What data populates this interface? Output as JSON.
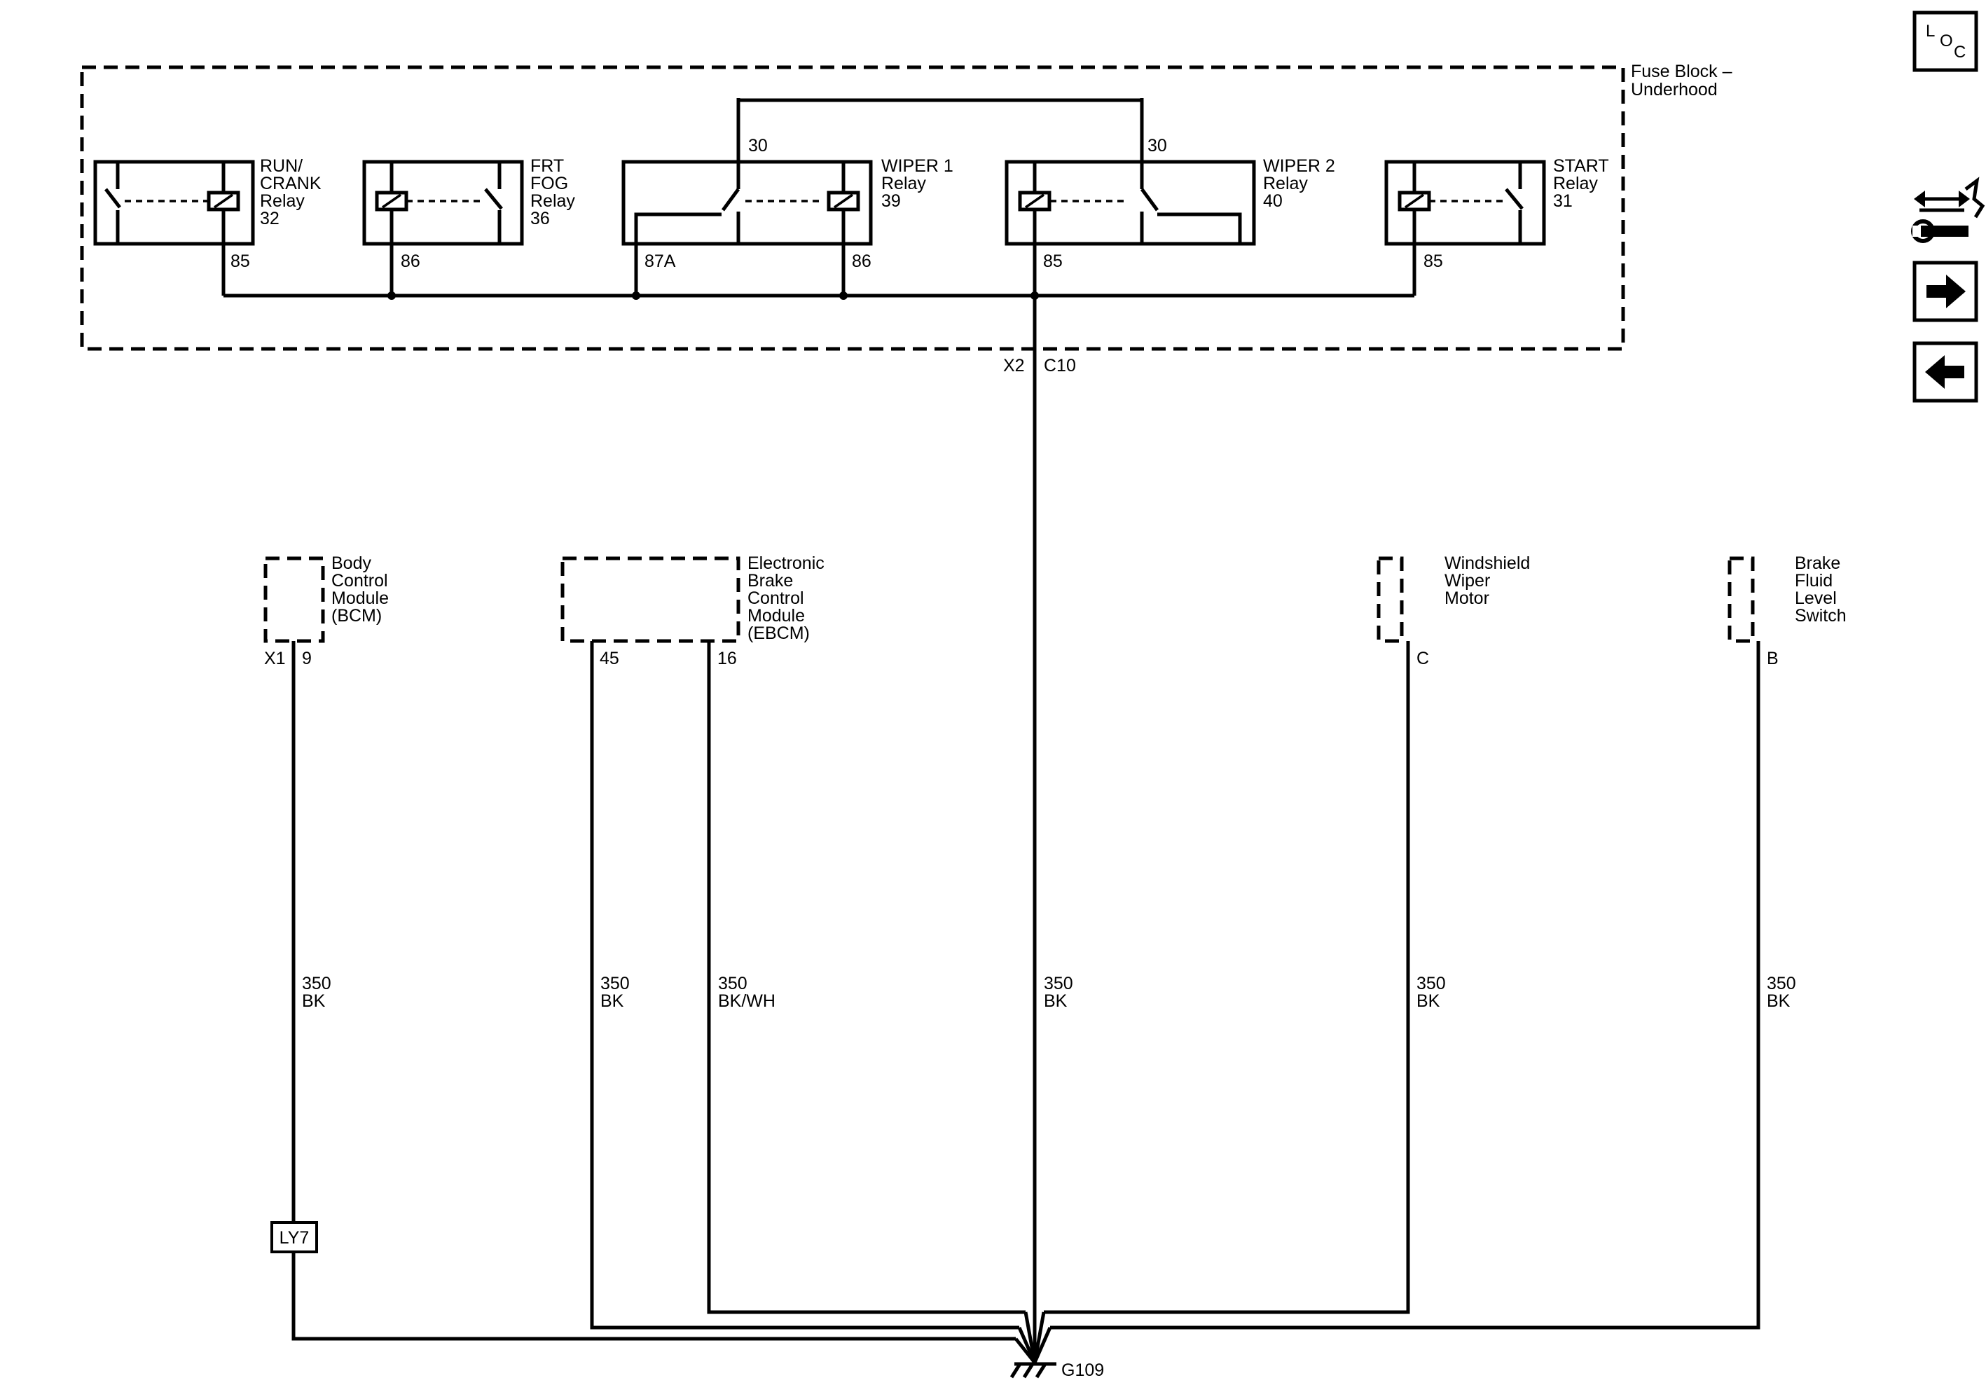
{
  "fuse_block": {
    "label_line1": "Fuse Block –",
    "label_line2": "Underhood"
  },
  "relays": {
    "run_crank": {
      "name1": "RUN/",
      "name2": "CRANK",
      "name3": "Relay",
      "number": "32",
      "pin_coil": "85"
    },
    "frt_fog": {
      "name1": "FRT",
      "name2": "FOG",
      "name3": "Relay",
      "number": "36",
      "pin_coil": "86"
    },
    "wiper1": {
      "name1": "WIPER 1",
      "name2": "Relay",
      "number": "39",
      "pin_common": "30",
      "pin_nc": "87A",
      "pin_coil": "86"
    },
    "wiper2": {
      "name1": "WIPER 2",
      "name2": "Relay",
      "number": "40",
      "pin_common": "30",
      "pin_coil": "85"
    },
    "start": {
      "name1": "START",
      "name2": "Relay",
      "number": "31",
      "pin_coil": "85"
    }
  },
  "fuse_block_connector": {
    "connector": "X2",
    "pin": "C10"
  },
  "components": {
    "bcm": {
      "lines": [
        "Body",
        "Control",
        "Module",
        "(BCM)"
      ],
      "connector": "X1",
      "pin": "9"
    },
    "ebcm": {
      "lines": [
        "Electronic",
        "Brake",
        "Control",
        "Module",
        "(EBCM)"
      ],
      "pin_a": "45",
      "pin_b": "16"
    },
    "wiper_motor": {
      "lines": [
        "Windshield",
        "Wiper",
        "Motor"
      ],
      "pin": "C"
    },
    "brake_fluid": {
      "lines": [
        "Brake",
        "Fluid",
        "Level",
        "Switch"
      ],
      "pin": "B"
    }
  },
  "wires": {
    "bcm": {
      "gauge": "350",
      "color": "BK"
    },
    "ebcm_45": {
      "gauge": "350",
      "color": "BK"
    },
    "ebcm_16": {
      "gauge": "350",
      "color": "BK/WH"
    },
    "fuse_block": {
      "gauge": "350",
      "color": "BK"
    },
    "wiper_motor": {
      "gauge": "350",
      "color": "BK"
    },
    "brake_fluid": {
      "gauge": "350",
      "color": "BK"
    }
  },
  "option_code": "LY7",
  "ground": "G109",
  "nav": {
    "loc_l": "L",
    "loc_o": "O",
    "loc_c": "C"
  },
  "icons": {
    "loc": "location-icon",
    "tool": "connector-wrench-icon",
    "next": "arrow-right-icon",
    "prev": "arrow-left-icon"
  }
}
